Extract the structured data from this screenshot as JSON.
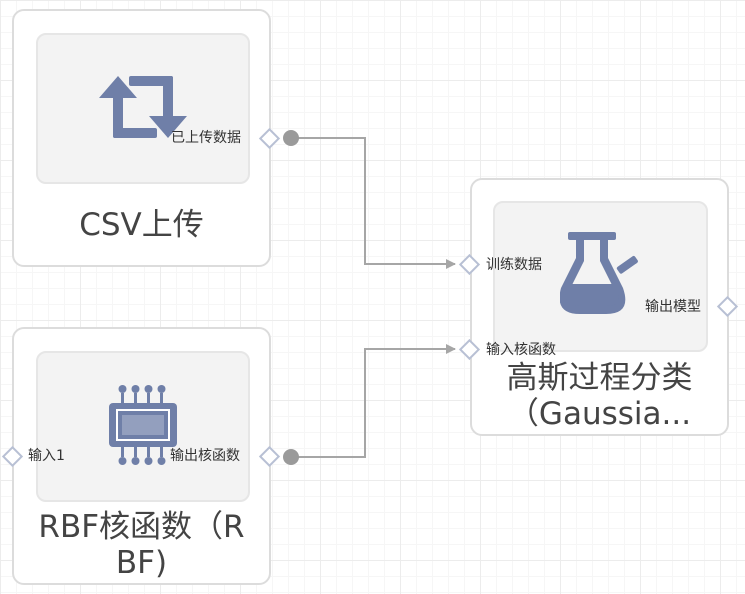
{
  "nodes": {
    "csv": {
      "title": "CSV上传",
      "icon": "refresh-icon",
      "output_port": "已上传数据"
    },
    "rbf": {
      "title_line1": "RBF核函数（R",
      "title_line2": "BF)",
      "icon": "chip-icon",
      "input_port": "输入1",
      "output_port": "输出核函数"
    },
    "gpc": {
      "title_line1": "高斯过程分类",
      "title_line2": "（Gaussia...",
      "icon": "flask-icon",
      "input_port_1": "训练数据",
      "input_port_2": "输入核函数",
      "output_port": "输出模型"
    }
  },
  "edges": [
    {
      "from": "csv.已上传数据",
      "to": "gpc.训练数据"
    },
    {
      "from": "rbf.输出核函数",
      "to": "gpc.输入核函数"
    }
  ],
  "colors": {
    "icon": "#6f7fa8",
    "edge": "#a6a6a6",
    "port_border": "#b8c0d4"
  }
}
